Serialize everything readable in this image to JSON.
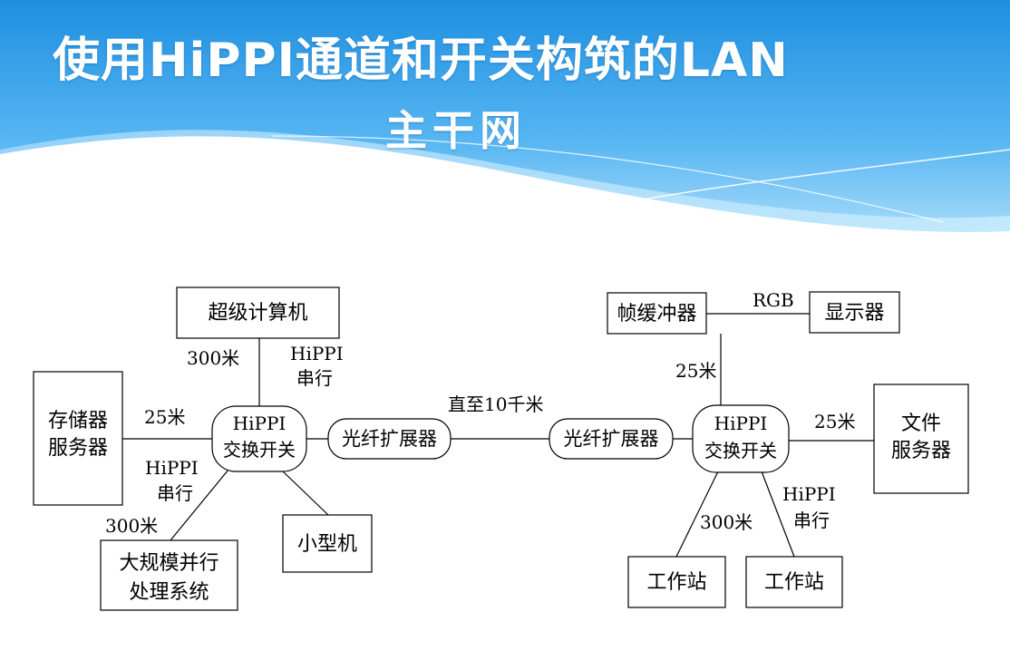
{
  "slide": {
    "title_line1": "使用HiPPI通道和开关构筑的LAN",
    "title_line2": "主干网"
  },
  "diagram": {
    "left": {
      "supercomputer": "超级计算机",
      "storage_server": [
        "存储器",
        "服务器"
      ],
      "switch": [
        "HiPPI",
        "交换开关"
      ],
      "extender": "光纤扩展器",
      "minicomputer": "小型机",
      "mpp": [
        "大规模并行",
        "处理系统"
      ],
      "label_300m_top": "300米",
      "label_hippi_serial_top": [
        "HiPPI",
        "串行"
      ],
      "label_25m": "25米",
      "label_hippi_serial_bottom": [
        "HiPPI",
        "串行"
      ],
      "label_300m_bottom": "300米"
    },
    "link": {
      "label": "直至10千米"
    },
    "right": {
      "extender": "光纤扩展器",
      "frame_buffer": "帧缓冲器",
      "display": "显示器",
      "rgb_label": "RGB",
      "label_25m_vertical": "25米",
      "switch": [
        "HiPPI",
        "交换开关"
      ],
      "label_25m_right": "25米",
      "file_server": [
        "文件",
        "服务器"
      ],
      "label_300m": "300米",
      "label_hippi_serial": [
        "HiPPI",
        "串行"
      ],
      "workstation_1": "工作站",
      "workstation_2": "工作站"
    }
  }
}
